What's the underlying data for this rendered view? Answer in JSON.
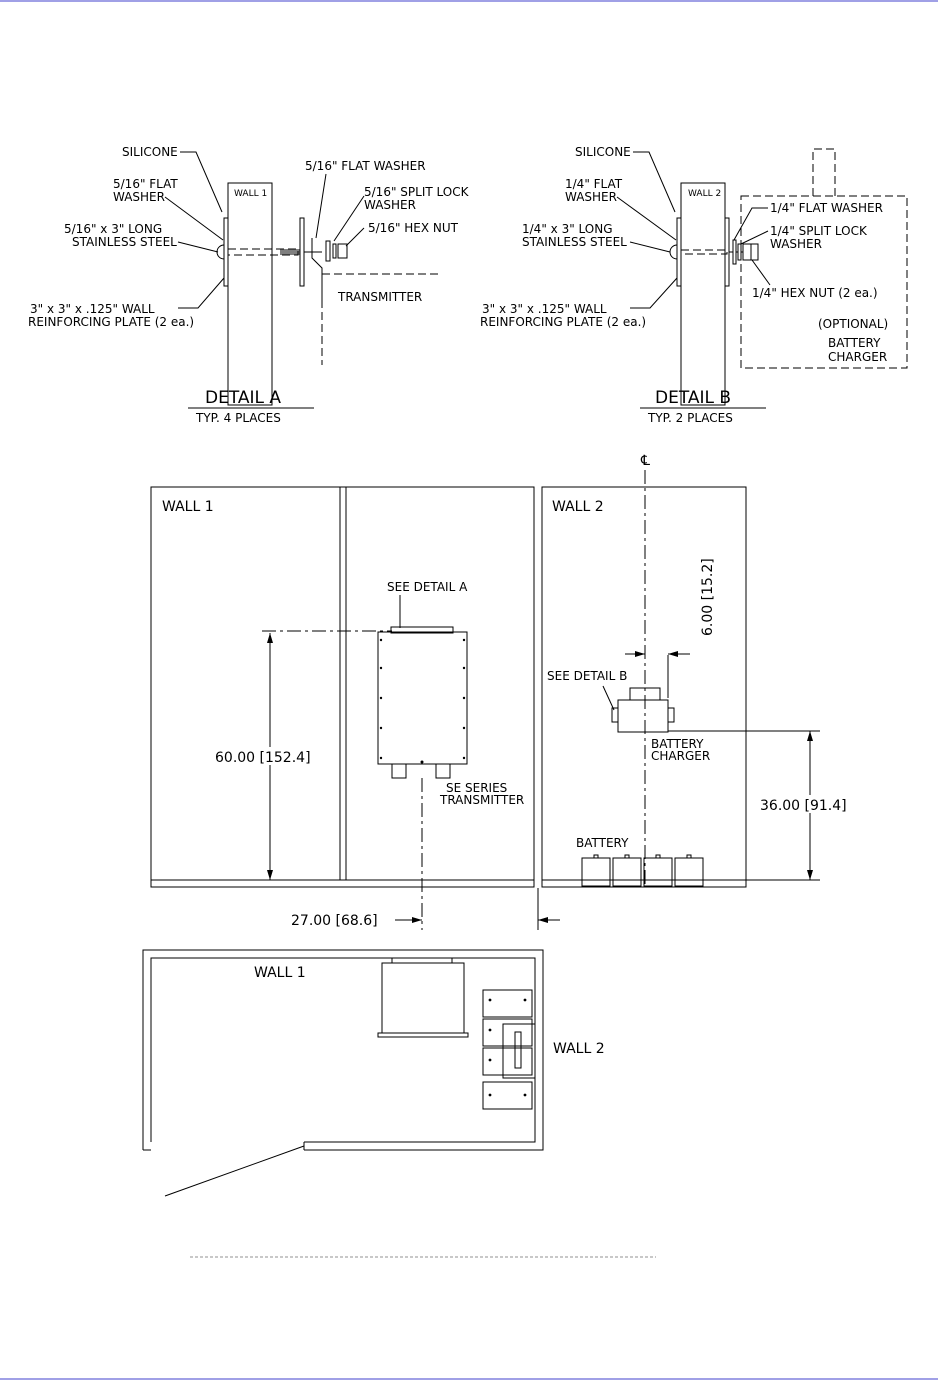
{
  "colors": {
    "border_rule": "#a0a0e6",
    "ink": "#000000"
  },
  "detail_a": {
    "wall_label": "WALL 1",
    "silicone": "SILICONE",
    "flat_washer_left": [
      "5/16\" FLAT",
      "WASHER"
    ],
    "bolt": [
      "5/16\" x 3\" LONG",
      "STAINLESS STEEL"
    ],
    "plate": [
      "3\" x 3\" x .125\" WALL",
      "REINFORCING PLATE (2 ea.)"
    ],
    "flat_washer_right": "5/16\" FLAT WASHER",
    "split_lock": [
      "5/16\" SPLIT LOCK",
      "WASHER"
    ],
    "hex_nut": "5/16\" HEX NUT",
    "transmitter": "TRANSMITTER",
    "title": "DETAIL A",
    "subtitle": "TYP. 4 PLACES"
  },
  "detail_b": {
    "wall_label": "WALL 2",
    "silicone": "SILICONE",
    "flat_washer_left": [
      "1/4\" FLAT",
      "WASHER"
    ],
    "bolt": [
      "1/4\" x 3\" LONG",
      "STAINLESS STEEL"
    ],
    "plate": [
      "3\" x 3\" x .125\" WALL",
      "REINFORCING PLATE (2 ea.)"
    ],
    "flat_washer_right": "1/4\" FLAT WASHER",
    "split_lock": [
      "1/4\" SPLIT LOCK",
      "WASHER"
    ],
    "hex_nut": "1/4\" HEX NUT (2 ea.)",
    "charger": [
      "(OPTIONAL)",
      "BATTERY",
      "CHARGER"
    ],
    "title": "DETAIL B",
    "subtitle": "TYP. 2 PLACES"
  },
  "elevation": {
    "wall1_label": "WALL 1",
    "wall2_label": "WALL 2",
    "centerline_symbol": "℄",
    "see_detail_a": "SEE DETAIL A",
    "see_detail_b": "SEE DETAIL B",
    "transmitter": [
      "SE SERIES",
      "TRANSMITTER"
    ],
    "charger": [
      "BATTERY",
      "CHARGER"
    ],
    "battery": "BATTERY",
    "dim_height_transmitter": "60.00 [152.4]",
    "dim_height_charger": "36.00 [91.4]",
    "dim_offset_charger": "6.00 [15.2]",
    "dim_horizontal": "27.00 [68.6]"
  },
  "plan": {
    "wall1_label": "WALL 1",
    "wall2_label": "WALL 2"
  }
}
